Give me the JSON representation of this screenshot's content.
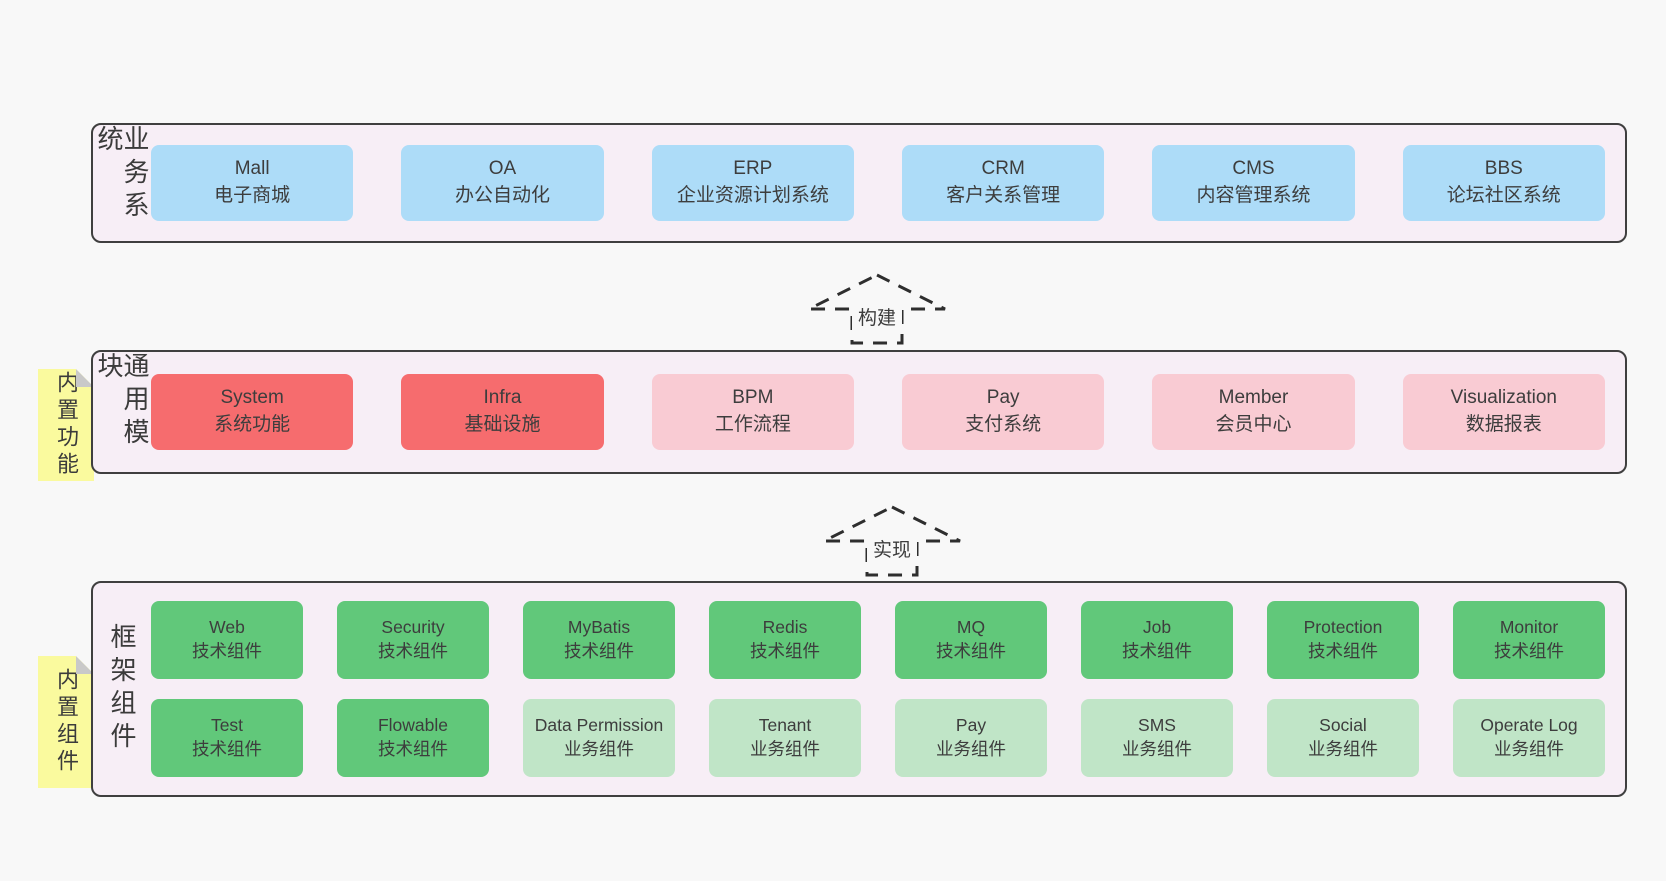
{
  "colors": {
    "page_background": "#f8f8f8",
    "layer_fill": "#f7eef6",
    "layer_border": "#3f3f3f",
    "blue_box": "#addcf8",
    "red_box": "#f66c6e",
    "pink_box": "#f9cbd3",
    "green_box": "#61c87a",
    "green_light_box": "#c0e5c7",
    "sticky_yellow": "#fafa9e",
    "sticky_fold_gray": "#c9c9c9",
    "text": "#3d3d3d"
  },
  "arrows": {
    "build": "构建",
    "implement": "实现"
  },
  "layers": {
    "business": {
      "side_label": "业务系统",
      "boxes": [
        {
          "title": "Mall",
          "subtitle": "电子商城"
        },
        {
          "title": "OA",
          "subtitle": "办公自动化"
        },
        {
          "title": "ERP",
          "subtitle": "企业资源计划系统"
        },
        {
          "title": "CRM",
          "subtitle": "客户关系管理"
        },
        {
          "title": "CMS",
          "subtitle": "内容管理系统"
        },
        {
          "title": "BBS",
          "subtitle": "论坛社区系统"
        }
      ]
    },
    "modules": {
      "sticky": "内置功能",
      "side_label": "通用模块",
      "boxes": [
        {
          "title": "System",
          "subtitle": "系统功能",
          "variant": "red"
        },
        {
          "title": "Infra",
          "subtitle": "基础设施",
          "variant": "red"
        },
        {
          "title": "BPM",
          "subtitle": "工作流程",
          "variant": "pink"
        },
        {
          "title": "Pay",
          "subtitle": "支付系统",
          "variant": "pink"
        },
        {
          "title": "Member",
          "subtitle": "会员中心",
          "variant": "pink"
        },
        {
          "title": "Visualization",
          "subtitle": "数据报表",
          "variant": "pink"
        }
      ]
    },
    "components": {
      "sticky": "内置组件",
      "side_label": "框架组件",
      "row1": [
        {
          "title": "Web",
          "subtitle": "技术组件",
          "variant": "green"
        },
        {
          "title": "Security",
          "subtitle": "技术组件",
          "variant": "green"
        },
        {
          "title": "MyBatis",
          "subtitle": "技术组件",
          "variant": "green"
        },
        {
          "title": "Redis",
          "subtitle": "技术组件",
          "variant": "green"
        },
        {
          "title": "MQ",
          "subtitle": "技术组件",
          "variant": "green"
        },
        {
          "title": "Job",
          "subtitle": "技术组件",
          "variant": "green"
        },
        {
          "title": "Protection",
          "subtitle": "技术组件",
          "variant": "green"
        },
        {
          "title": "Monitor",
          "subtitle": "技术组件",
          "variant": "green"
        }
      ],
      "row2": [
        {
          "title": "Test",
          "subtitle": "技术组件",
          "variant": "green"
        },
        {
          "title": "Flowable",
          "subtitle": "技术组件",
          "variant": "green"
        },
        {
          "title": "Data Permission",
          "subtitle": "业务组件",
          "variant": "green-light"
        },
        {
          "title": "Tenant",
          "subtitle": "业务组件",
          "variant": "green-light"
        },
        {
          "title": "Pay",
          "subtitle": "业务组件",
          "variant": "green-light"
        },
        {
          "title": "SMS",
          "subtitle": "业务组件",
          "variant": "green-light"
        },
        {
          "title": "Social",
          "subtitle": "业务组件",
          "variant": "green-light"
        },
        {
          "title": "Operate Log",
          "subtitle": "业务组件",
          "variant": "green-light"
        }
      ]
    }
  }
}
